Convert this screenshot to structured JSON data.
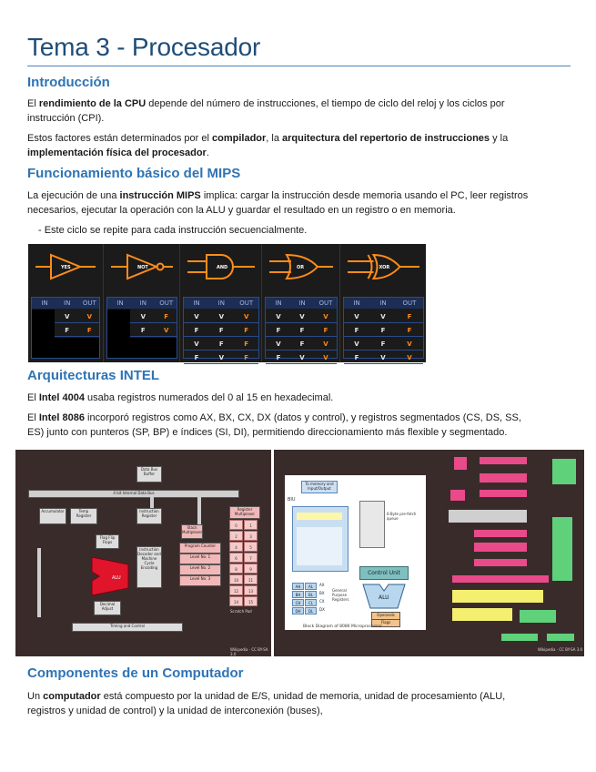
{
  "title": "Tema 3 - Procesador",
  "sections": {
    "intro": {
      "heading": "Introducción",
      "p1": [
        "El ",
        "rendimiento de la CPU",
        " depende del número de instrucciones, el tiempo de ciclo del reloj y los ciclos por",
        "instrucción (CPI)."
      ],
      "p2": [
        "Estos factores están determinados por el ",
        "compilador",
        ", la ",
        "arquitectura del repertorio de instrucciones",
        " y la",
        "implementación física del procesador",
        "."
      ]
    },
    "mips": {
      "heading": "Funcionamiento básico del MIPS",
      "p1": [
        "La ejecución de una ",
        "instrucción MIPS",
        " implica: cargar la instrucción desde memoria usando el PC, leer registros",
        "necesarios, ejecutar la operación con la ALU y guardar el resultado en un registro o en memoria."
      ],
      "bullet": "- Este ciclo se repite para cada instrucción secuencialmente."
    },
    "intel": {
      "heading": "Arquitecturas INTEL",
      "p1": [
        "El ",
        "Intel 4004",
        " usaba registros numerados del 0 al 15 en hexadecimal."
      ],
      "p2": [
        "El ",
        "Intel 8086",
        " incorporó registros como AX, BX, CX, DX (datos y control), y registros segmentados (CS, DS, SS,",
        "ES) junto con punteros (SP, BP) e índices (SI, DI), permitiendo direccionamiento más flexible y segmentado."
      ]
    },
    "components": {
      "heading": "Componentes de un Computador",
      "p1": [
        "Un ",
        "computador",
        " está compuesto por la unidad de E/S, unidad de memoria, unidad de procesamiento (ALU,",
        "registros y unidad de control) y la unidad de interconexión (buses),"
      ]
    }
  },
  "gates": [
    {
      "name": "YES",
      "header": [
        "IN",
        "IN",
        "OUT"
      ],
      "rows": [
        [
          "",
          "V",
          "V"
        ],
        [
          "",
          "F",
          "F"
        ]
      ]
    },
    {
      "name": "NOT",
      "header": [
        "IN",
        "IN",
        "OUT"
      ],
      "rows": [
        [
          "",
          "V",
          "F"
        ],
        [
          "",
          "F",
          "V"
        ]
      ]
    },
    {
      "name": "AND",
      "header": [
        "IN",
        "IN",
        "OUT"
      ],
      "rows": [
        [
          "V",
          "V",
          "V"
        ],
        [
          "F",
          "F",
          "F"
        ],
        [
          "V",
          "F",
          "F"
        ],
        [
          "F",
          "V",
          "F"
        ]
      ]
    },
    {
      "name": "OR",
      "header": [
        "IN",
        "IN",
        "OUT"
      ],
      "rows": [
        [
          "V",
          "V",
          "V"
        ],
        [
          "F",
          "F",
          "F"
        ],
        [
          "V",
          "F",
          "V"
        ],
        [
          "F",
          "V",
          "V"
        ]
      ]
    },
    {
      "name": "XOR",
      "header": [
        "IN",
        "IN",
        "OUT"
      ],
      "rows": [
        [
          "V",
          "V",
          "F"
        ],
        [
          "F",
          "F",
          "F"
        ],
        [
          "V",
          "F",
          "V"
        ],
        [
          "F",
          "V",
          "V"
        ]
      ]
    }
  ],
  "fig4004": {
    "labels": {
      "data_bus_buffer": "Data Bus Buffer",
      "internal_bus": "4 bit Internal Data Bus",
      "accumulator": "Accumulator",
      "temp_register": "Temp Register",
      "flag": "Flag Flip Flops",
      "alu": "ALU",
      "decimal_adjust": "Decimal Adjust",
      "instruction_register": "Instruction Register",
      "instruction_decoder": "Instruction Decoder and Machine Cycle Encoding",
      "stack_mux": "Stack Multiplexer",
      "program_counter": "Program Counter",
      "level1": "Level No. 1",
      "level2": "Level No. 2",
      "level3": "Level No. 3",
      "register_mux": "Register Multiplexer",
      "timing_control": "Timing and Control",
      "scratch_pad": "Scratch Pad"
    },
    "registers": [
      "0",
      "1",
      "2",
      "3",
      "4",
      "5",
      "6",
      "7",
      "8",
      "9",
      "10",
      "11",
      "12",
      "13",
      "14",
      "15"
    ],
    "credit": "Wikipedia · CC BY-SA 3.0"
  },
  "fig8086": {
    "labels": {
      "memory_io": "To memory and Input/Output",
      "biu": "BIU",
      "prefetch": "6-Byte pre-fetch queue",
      "control_unit": "Control Unit",
      "alu": "ALU",
      "operands": "Operands",
      "flags": "Flags",
      "general_regs": "General Purpose Registers",
      "caption": "Block Diagram of 8086 Microprocessor",
      "regs": [
        "AH",
        "AL",
        "BH",
        "BL",
        "CH",
        "CL",
        "DH",
        "DL"
      ],
      "reg_names": [
        "AX",
        "BX",
        "CX",
        "DX"
      ]
    },
    "credit": "Wikipedia · CC BY-SA 3.0"
  }
}
